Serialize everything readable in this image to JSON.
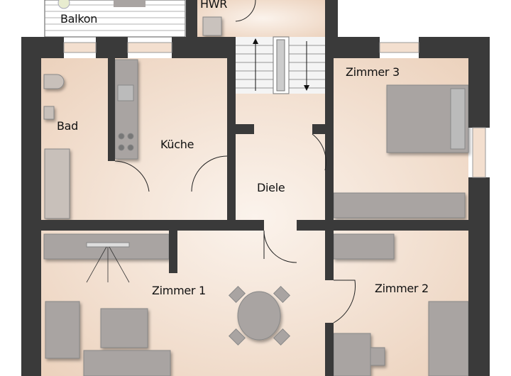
{
  "title": "Grundriss",
  "rooms": {
    "balkon": "Balkon",
    "hwr": "HWR",
    "bad": "Bad",
    "kueche": "Küche",
    "diele": "Diele",
    "zimmer3": "Zimmer 3",
    "zimmer1": "Zimmer 1",
    "zimmer2": "Zimmer 2"
  },
  "colors": {
    "wall": "#3a3a3a",
    "floor": "#f3dfcf",
    "floor_light": "#faf1ea",
    "furniture": "#a9a4a2"
  }
}
